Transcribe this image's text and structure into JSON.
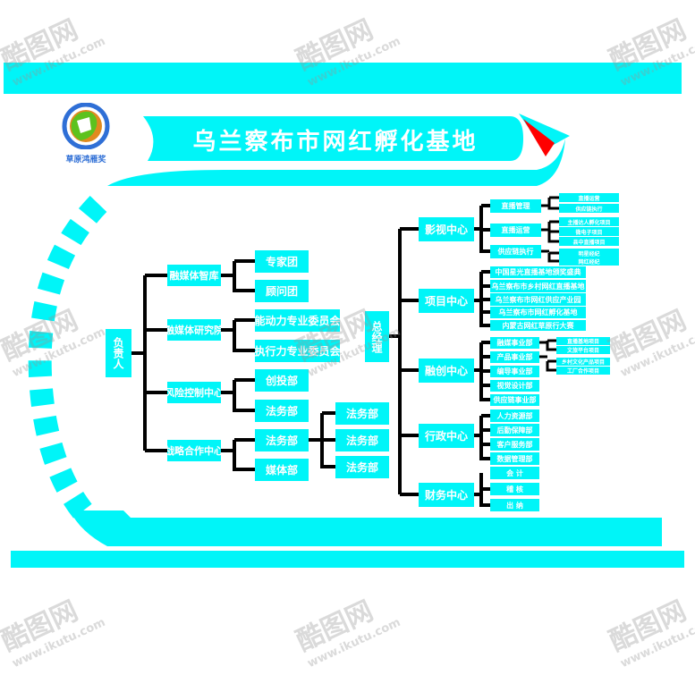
{
  "header": {
    "title": "乌兰察布市网红孵化基地",
    "logo_text": "草原鸿雁奖"
  },
  "left": {
    "root": "负责人",
    "branches": [
      {
        "label": "融媒体智库",
        "children": [
          "专家团",
          "顾问团"
        ]
      },
      {
        "label": "融媒体研究院",
        "children": [
          "能动力专业委员会",
          "执行力专业委员会"
        ]
      },
      {
        "label": "风险控制中心",
        "children": [
          "创投部",
          "法务部"
        ]
      },
      {
        "label": "战略合作中心",
        "children": [
          "法务部",
          "媒体部"
        ],
        "grandchildren": [
          "法务部",
          "法务部",
          "法务部"
        ]
      }
    ]
  },
  "gm": "总经理",
  "right": {
    "centers": [
      {
        "label": "影视中心",
        "children": [
          {
            "label": "直播管理",
            "subs": [
              "直播运营",
              "供应链执行"
            ]
          },
          {
            "label": "直播运营",
            "subs": [
              "主播达人孵化项目",
              "微电子项目",
              "县中直播项目"
            ]
          },
          {
            "label": "供应链执行",
            "subs": [
              "明星经纪",
              "网红经纪"
            ]
          }
        ]
      },
      {
        "label": "项目中心",
        "children": [
          "中国星光直播基地颁奖盛典",
          "乌兰察布市乡村网红直播基地",
          "乌兰察布市网红供应产业园",
          "乌兰察布市网红孵化基地",
          "内蒙古网红草原行大赛"
        ]
      },
      {
        "label": "融创中心",
        "children": [
          "融媒事业部",
          "产品事业部",
          "编导事业部",
          "视觉设计部",
          "供应链事业部"
        ],
        "subs": [
          "直播基地项目",
          "文旅平台项目",
          "乡村文化产品项目",
          "工厂合作项目"
        ]
      },
      {
        "label": "行政中心",
        "children": [
          "人力资源部",
          "后勤保障部",
          "客户服务部",
          "数据管理部"
        ]
      },
      {
        "label": "财务中心",
        "children": [
          "会 计",
          "稽 核",
          "出 纳"
        ]
      }
    ]
  },
  "watermark": {
    "brand": "酷图网",
    "url": "www.ikutu.com"
  },
  "colors": {
    "accent": "#00f5f8",
    "line": "#000000",
    "plane": "#ff0000",
    "logo_ring": "#2f6fd6",
    "logo_green": "#5dc21e",
    "logo_orange": "#e08a1e"
  }
}
